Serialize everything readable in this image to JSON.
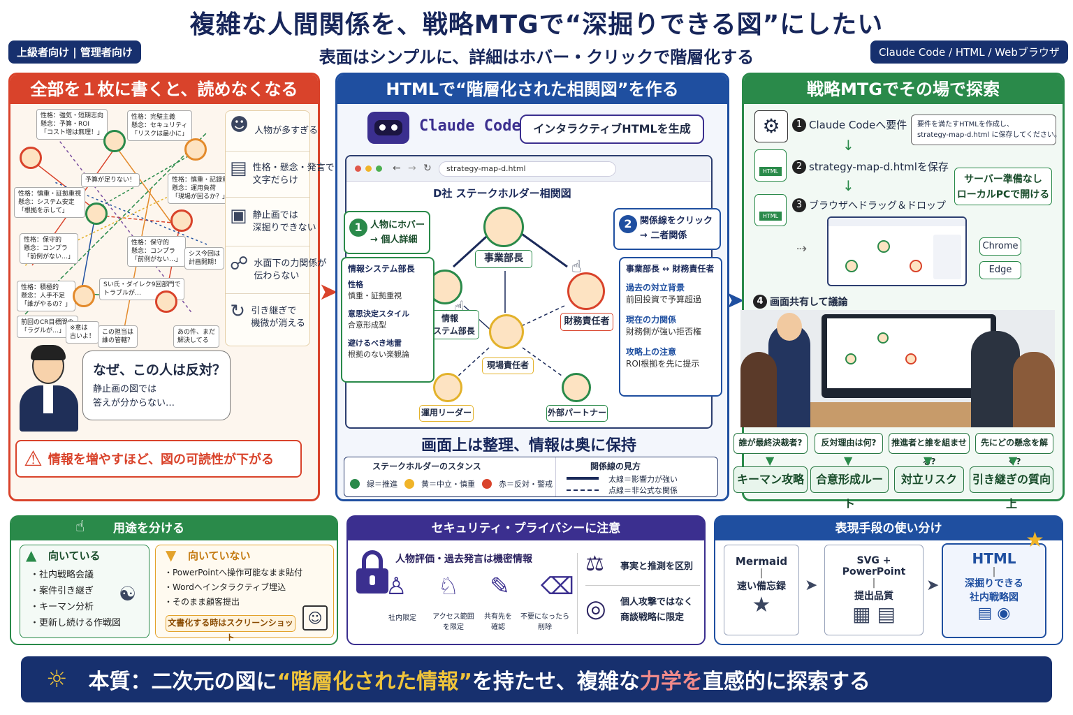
{
  "header": {
    "title": "複雑な人間関係を、戦略MTGで“深掘りできる図”にしたい",
    "subtitle": "表面はシンプルに、詳細はホバー・クリックで階層化する",
    "tag_left": "上級者向け | 管理者向け",
    "tag_right": "Claude Code / HTML / Webブラウザ"
  },
  "panel1": {
    "title": "全部を１枚に書くと、読めなくなる",
    "notes": [
      "性格：強気・短期志向\n懸念：予算・ROI\n「コスト増は無理！」",
      "性格：完璧主義\n懸念：セキュリティ\n「リスクは最小に」",
      "予算が足りない！",
      "性格：慎重・証拠重視\n懸念：システム安定\n「根拠を示して」",
      "性格：慎重・記録重視\n懸念：運用負荷\n「現場が回るか？」",
      "性格：保守的\n懸念：コンプラ\n「前例がない…」",
      "性格：保守的\n懸念：コンプラ\n「前例がない…」",
      "シス今回は\n計画開期！",
      "性格：積極的\n懸念：人手不足\n「誰がやるの？」",
      "Sい氏・ダイレク9回部門で\nトラブルが…",
      "前回のCR目標間の\n「ラグルが…」",
      "※意は\n古いよ！",
      "この担当は\n誰の管轄？",
      "あの件、まだ\n解決してる"
    ],
    "issues": [
      "人物が多すぎる",
      "性格・懸念・発言で\n文字だらけ",
      "静止画では\n深掘りできない",
      "水面下の力関係が\n伝わらない",
      "引き継ぎで\n機微が消える"
    ],
    "bubble_title": "なぜ、この人は反対？",
    "bubble_body": "静止画の図では\n答えが分からない…",
    "warning": "情報を増やすほど、図の可読性が下がる"
  },
  "panel2": {
    "title": "HTMLで“階層化された相関図”を作る",
    "brand": "Claude Code",
    "gen": "インタラクティブHTMLを生成",
    "url": "strategy-map-d.html",
    "map_title": "D社 ステークホルダー相関図",
    "step1": "人物にホバー\n→ 個人詳細",
    "step2": "関係線をクリック\n→ 二者関係",
    "detail": {
      "name": "情報システム部長",
      "k1": "性格",
      "v1": "慎重・証拠重視",
      "k2": "意思決定スタイル",
      "v2": "合意形成型",
      "k3": "避けるべき地雷",
      "v3": "根拠のない楽観論"
    },
    "pair": {
      "title": "事業部長 ↔ 財務責任者",
      "k1": "過去の対立背景",
      "v1": "前回投資で予算超過",
      "k2": "現在の力関係",
      "v2": "財務側が強い拒否権",
      "k3": "攻略上の注意",
      "v3": "ROI根拠を先に提示"
    },
    "people": {
      "jigyo": "事業部長",
      "joho": "情報\nシステム部長",
      "zaimu": "財務責任者",
      "genba": "現場責任者",
      "unyo": "運用リーダー",
      "gaibu": "外部パートナー"
    },
    "tagline": "画面上は整理、情報は奥に保持",
    "legend_title1": "ステークホルダーのスタンス",
    "legend_g": "緑＝推進",
    "legend_y": "黄＝中立・慎重",
    "legend_r": "赤＝反対・警戒",
    "legend_title2": "関係線の見方",
    "legend_solid": "太線＝影響力が強い",
    "legend_dash": "点線＝非公式な関係"
  },
  "panel3": {
    "title": "戦略MTGでその場で探索",
    "s1": "Claude Codeへ要件",
    "s1note": "要件を満たすHTMLを作成し、\nstrategy-map-d.html に保存してください。",
    "s2": "strategy-map-d.htmlを保存",
    "s3": "ブラウザへドラッグ＆ドロップ",
    "s4": "画面共有して議論",
    "server": "サーバー準備なし\nローカルPCで開ける",
    "chrome": "Chrome",
    "edge": "Edge",
    "html": "HTML",
    "questions": [
      "誰が最終決裁者?",
      "反対理由は何?",
      "推進者と誰を組ませる?",
      "先にどの懸念を解く?"
    ],
    "answers": [
      "キーマン攻略",
      "合意形成ルート",
      "対立リスク",
      "引き継ぎの質向上"
    ]
  },
  "use": {
    "title": "用途を分ける",
    "good_title": "向いている",
    "good": [
      "・社内戦略会議",
      "・案件引き継ぎ",
      "・キーマン分析",
      "・更新し続ける作戦図"
    ],
    "bad_title": "向いていない",
    "bad": [
      "・PowerPointへ操作可能なまま貼付",
      "・Wordへインタラクティブ埋込",
      "・そのまま顧客提出"
    ],
    "bad_note": "文書化する時はスクリーンショット"
  },
  "sec": {
    "title": "セキュリティ・プライバシーに注意",
    "conf": "人物評価・過去発言は機密情報",
    "icons": [
      "社内限定",
      "アクセス範囲\nを限定",
      "共有先を\n確認",
      "不要になったら\n削除"
    ],
    "fact": "事実と推測を区別",
    "target": "個人攻撃ではなく\n商談戦略に限定"
  },
  "tools": {
    "title": "表現手段の使い分け",
    "mermaid": "Mermaid",
    "mermaid_sub": "速い備忘録",
    "svg": "SVG + PowerPoint",
    "svg_sub": "提出品質",
    "html": "HTML",
    "html_sub": "深掘りできる\n社内戦略図"
  },
  "footer": {
    "a": "本質：二次元の図に",
    "b": "“階層化された情報”",
    "c": "を持たせ、複雑な",
    "d": "力学を",
    "e": "直感的に探索する"
  },
  "colors": {
    "red": "#d9432b",
    "blue": "#1f4fa0",
    "green": "#2a8a4a",
    "purple": "#3b2f8f",
    "navy": "#17306e"
  }
}
